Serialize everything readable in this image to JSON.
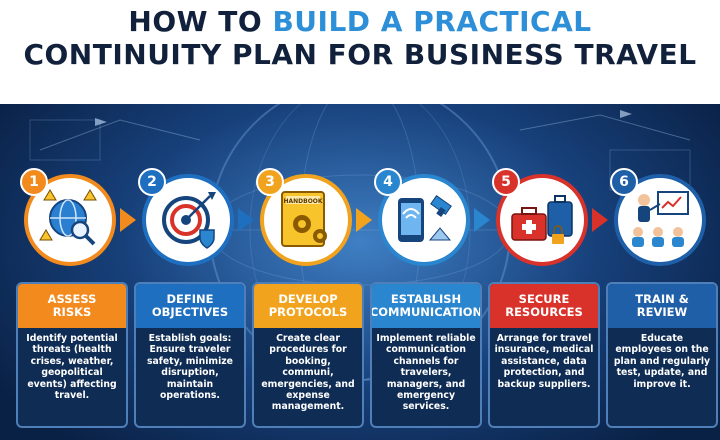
{
  "header": {
    "title_line1_pre": "HOW TO ",
    "title_line1_accent": "BUILD A PRACTICAL",
    "title_line2": "CONTINUITY PLAN FOR BUSINESS TRAVEL"
  },
  "colors": {
    "header_bg": "#ffffff",
    "title_dark": "#11203b",
    "title_accent": "#2d8fd8",
    "background": "#0d2a52",
    "step1": "#f28a1e",
    "step2": "#1f6fc0",
    "step3": "#f2a31e",
    "step4": "#2a86cf",
    "step5": "#d9322b",
    "step6": "#1f5fa8"
  },
  "steps": [
    {
      "number": "1",
      "title_line1": "ASSESS",
      "title_line2": "RISKS",
      "description": "Identify potential threats (health crises, weather, geopolitical events) affecting travel.",
      "icon": "globe-warning-magnifier-icon"
    },
    {
      "number": "2",
      "title_line1": "DEFINE",
      "title_line2": "OBJECTIVES",
      "description": "Establish goals: Ensure traveler safety, minimize disruption, maintain operations.",
      "icon": "target-shield-icon"
    },
    {
      "number": "3",
      "title_line1": "DEVELOP",
      "title_line2": "PROTOCOLS",
      "description": "Create clear procedures for booking, communi, emergencies, and expense management.",
      "icon": "handbook-gears-icon",
      "icon_text": "HANDBOOK"
    },
    {
      "number": "4",
      "title_line1": "ESTABLISH",
      "title_line2": "COMMUNICATION",
      "description": "Implement reliable communication channels for travelers, managers, and emergency services.",
      "icon": "phone-satellite-icon"
    },
    {
      "number": "5",
      "title_line1": "SECURE",
      "title_line2": "RESOURCES",
      "description": "Arrange for travel insurance, medical assistance, data protection, and backup suppliers.",
      "icon": "medkit-luggage-lock-icon"
    },
    {
      "number": "6",
      "title_line1": "TRAIN &",
      "title_line2": "REVIEW",
      "description": "Educate employees on the plan and regularly test, update, and improve it.",
      "icon": "trainer-audience-icon"
    }
  ]
}
